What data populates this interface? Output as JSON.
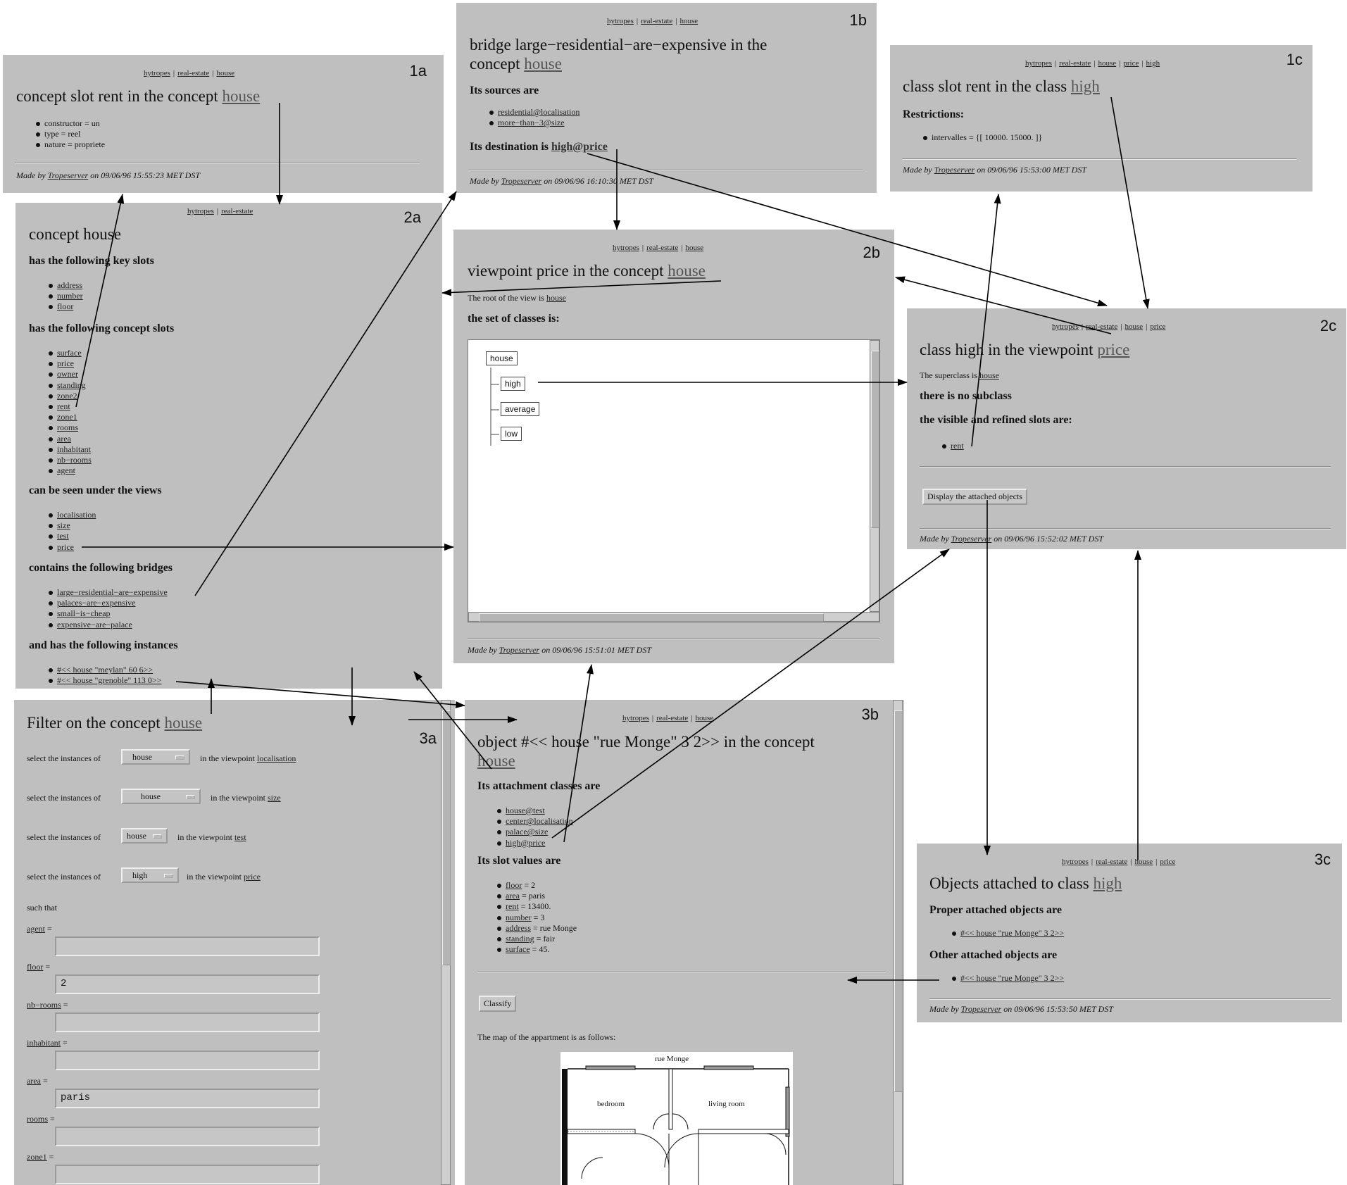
{
  "panels": {
    "p1a": {
      "tag": "1a",
      "crumbs": [
        "hytropes",
        "real-estate",
        "house"
      ],
      "title": "concept slot rent in the concept",
      "title_link": "house",
      "items": [
        "constructor = un",
        "type = reel",
        "nature = propriete"
      ],
      "footer_prefix": "Made by",
      "footer_link": "Tropeserver",
      "footer_suffix": "on 09/06/96 15:55:23 MET DST"
    },
    "p1b": {
      "tag": "1b",
      "crumbs": [
        "hytropes",
        "real-estate",
        "house"
      ],
      "title_line1": "bridge large−residential−are−expensive in the",
      "title_line2": "concept",
      "title_link": "house",
      "sources_heading": "Its sources are",
      "sources": [
        "residential@localisation",
        "more−than−3@size"
      ],
      "dest_prefix": "Its destination is",
      "dest_link": "high@price",
      "footer_prefix": "Made by",
      "footer_link": "Tropeserver",
      "footer_suffix": "on 09/06/96 16:10:30 MET DST"
    },
    "p1c": {
      "tag": "1c",
      "crumbs": [
        "hytropes",
        "real-estate",
        "house",
        "price",
        "high"
      ],
      "title": "class slot rent in the class",
      "title_link": "high",
      "restrictions_heading": "Restrictions:",
      "restrictions": [
        "intervalles = {[ 10000. 15000. ]}"
      ],
      "footer_prefix": "Made by",
      "footer_link": "Tropeserver",
      "footer_suffix": "on 09/06/96 15:53:00 MET DST"
    },
    "p2a": {
      "tag": "2a",
      "crumbs": [
        "hytropes",
        "real-estate"
      ],
      "title": "concept house",
      "key_heading": "has the following key slots",
      "key_slots": [
        "address",
        "number",
        "floor"
      ],
      "concept_heading": "has the following concept slots",
      "concept_slots": [
        "surface",
        "price",
        "owner",
        "standing",
        "zone2",
        "rent",
        "zone1",
        "rooms",
        "area",
        "inhabitant",
        "nb−rooms",
        "agent"
      ],
      "views_heading": "can be seen under the views",
      "views": [
        "localisation",
        "size",
        "test",
        "price"
      ],
      "bridges_heading": "contains the following bridges",
      "bridges": [
        "large−residential−are−expensive",
        "palaces−are−expensive",
        "small−is−cheap",
        "expensive−are−palace"
      ],
      "instances_heading": "and has the following instances",
      "instances": [
        "#<< house \"meylan\" 60 6>>",
        "#<< house \"grenoble\" 113 0>>"
      ]
    },
    "p2b": {
      "tag": "2b",
      "crumbs": [
        "hytropes",
        "real-estate",
        "house"
      ],
      "title": "viewpoint price in the concept",
      "title_link": "house",
      "root_prefix": "The root of the view is",
      "root_link": "house",
      "classes_heading": "the set of classes is:",
      "tree": {
        "root": "house",
        "children": [
          "high",
          "average",
          "low"
        ]
      },
      "footer_prefix": "Made by",
      "footer_link": "Tropeserver",
      "footer_suffix": "on 09/06/96 15:51:01 MET DST"
    },
    "p2c": {
      "tag": "2c",
      "crumbs": [
        "hytropes",
        "real-estate",
        "house",
        "price"
      ],
      "title": "class high in the viewpoint",
      "title_link": "price",
      "super_prefix": "The superclass is",
      "super_link": "house",
      "no_sub": "there is no subclass",
      "slots_heading": "the visible and refined slots are:",
      "slots": [
        "rent"
      ],
      "button": "Display the attached objects",
      "footer_prefix": "Made by",
      "footer_link": "Tropeserver",
      "footer_suffix": "on 09/06/96 15:52:02 MET DST"
    },
    "p3a": {
      "tag": "3a",
      "title": "Filter on the concept",
      "title_link": "house",
      "select_prefix": "select the instances of",
      "view_prefix": "in the viewpoint",
      "rows": [
        {
          "value": "house",
          "view": "localisation"
        },
        {
          "value": "house",
          "view": "size"
        },
        {
          "value": "house",
          "view": "test"
        },
        {
          "value": "high",
          "view": "price"
        }
      ],
      "such_that": "such that",
      "fields": [
        {
          "label": "agent",
          "value": ""
        },
        {
          "label": "floor",
          "value": "2"
        },
        {
          "label": "nb−rooms",
          "value": ""
        },
        {
          "label": "inhabitant",
          "value": ""
        },
        {
          "label": "area",
          "value": "paris"
        },
        {
          "label": "rooms",
          "value": ""
        },
        {
          "label": "zone1",
          "value": ""
        }
      ]
    },
    "p3b": {
      "tag": "3b",
      "crumbs": [
        "hytropes",
        "real-estate",
        "house"
      ],
      "title_line1": "object #<< house \"rue Monge\" 3 2>> in the concept",
      "title_link": "house",
      "attach_heading": "Its attachment classes are",
      "attach": [
        "house@test",
        "center@localisation",
        "palace@size",
        "high@price"
      ],
      "slots_heading": "Its slot values are",
      "slot_values": [
        {
          "name": "floor",
          "value": "= 2"
        },
        {
          "name": "area",
          "value": "= paris"
        },
        {
          "name": "rent",
          "value": "= 13400."
        },
        {
          "name": "number",
          "value": "= 3"
        },
        {
          "name": "address",
          "value": "= rue Monge"
        },
        {
          "name": "standing",
          "value": "= fair"
        },
        {
          "name": "surface",
          "value": "= 45."
        }
      ],
      "classify": "Classify",
      "map_caption": "The map of the appartment is as follows:",
      "map": {
        "street": "rue Monge",
        "room1": "bedroom",
        "room2": "living room"
      }
    },
    "p3c": {
      "tag": "3c",
      "crumbs": [
        "hytropes",
        "real-estate",
        "house",
        "price"
      ],
      "title": "Objects attached to class",
      "title_link": "high",
      "proper_heading": "Proper attached objects are",
      "proper": [
        "#<< house \"rue Monge\" 3 2>>"
      ],
      "other_heading": "Other attached objects are",
      "other": [
        "#<< house \"rue Monge\" 3 2>>"
      ],
      "footer_prefix": "Made by",
      "footer_link": "Tropeserver",
      "footer_suffix": "on 09/06/96 15:53:50 MET DST"
    }
  }
}
